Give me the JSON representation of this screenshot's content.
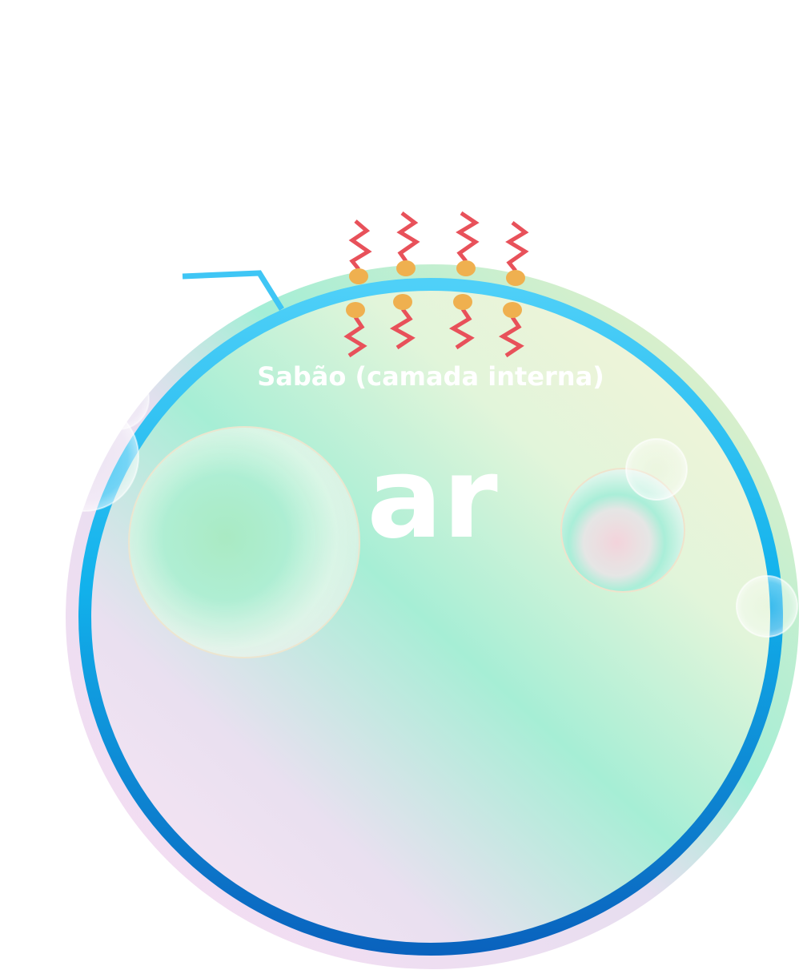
{
  "diagram": {
    "inner_label": "Sabão (camada interna)",
    "air_label": "ar",
    "soap_molecule_count_outer": 4,
    "soap_molecule_count_inner": 4,
    "colors": {
      "film_outer_green": "#9BE8C9",
      "film_outer_yellow": "#F3F0C4",
      "film_outer_pink": "#F5DDF0",
      "film_ring_top": "#45C9F6",
      "film_ring_bottom": "#0A66C2",
      "molecule_head": "#EFB04F",
      "molecule_tail": "#E8515A",
      "pointer_line": "#3FC6F5",
      "label_color": "#FFFFFF"
    }
  }
}
